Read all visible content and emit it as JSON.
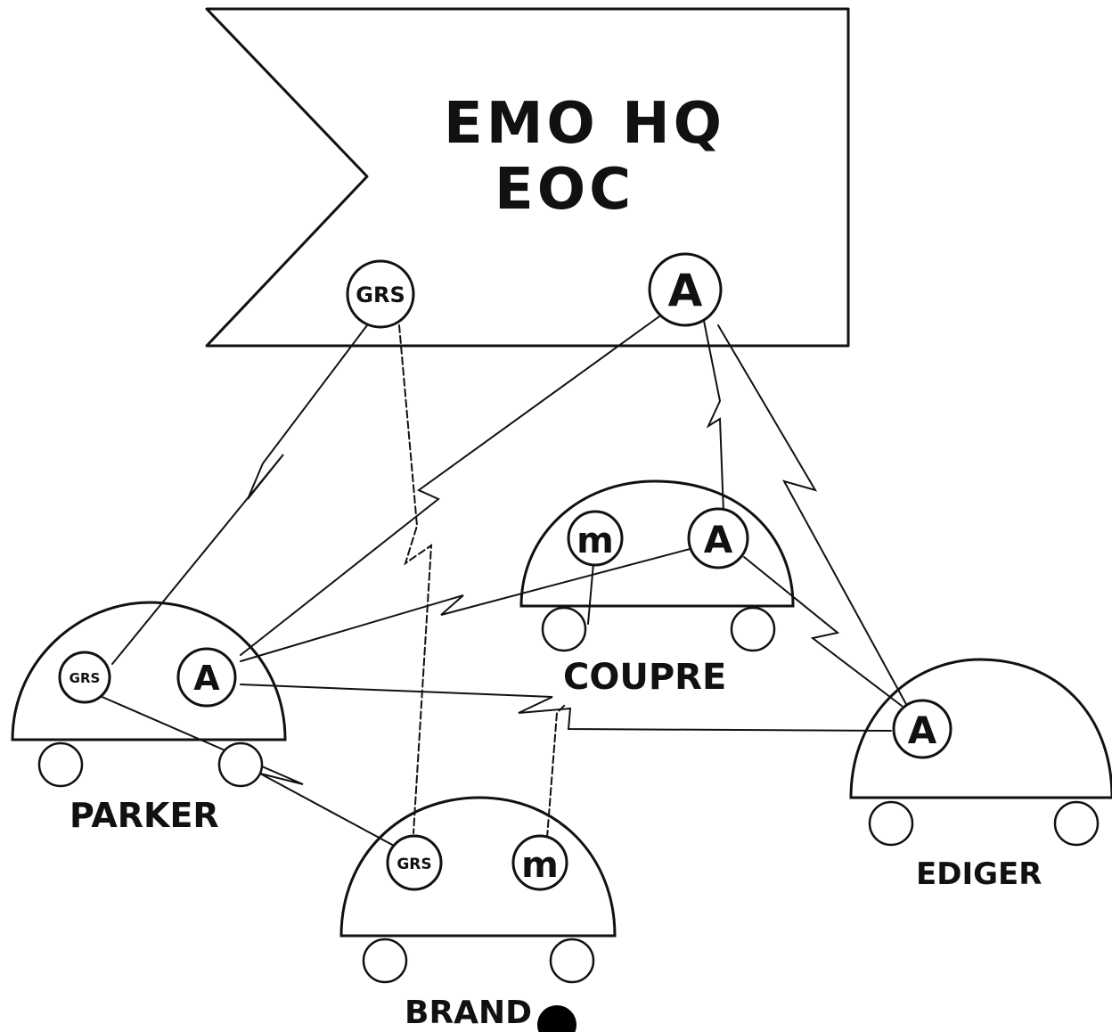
{
  "headquarters": {
    "title_line1": "EMO  HQ",
    "title_line2": "EOC",
    "nodes": {
      "grs": "GRS",
      "a": "A"
    }
  },
  "vehicles": {
    "parker": {
      "label": "PARKER",
      "nodes": {
        "grs": "GRS",
        "a": "A"
      }
    },
    "coupre": {
      "label": "COUPRE",
      "nodes": {
        "m": "m",
        "a": "A"
      }
    },
    "brand": {
      "label": "BRAND",
      "nodes": {
        "grs": "GRS",
        "m": "m"
      }
    },
    "ediger": {
      "label": "EDIGER",
      "nodes": {
        "a": "A"
      }
    }
  }
}
